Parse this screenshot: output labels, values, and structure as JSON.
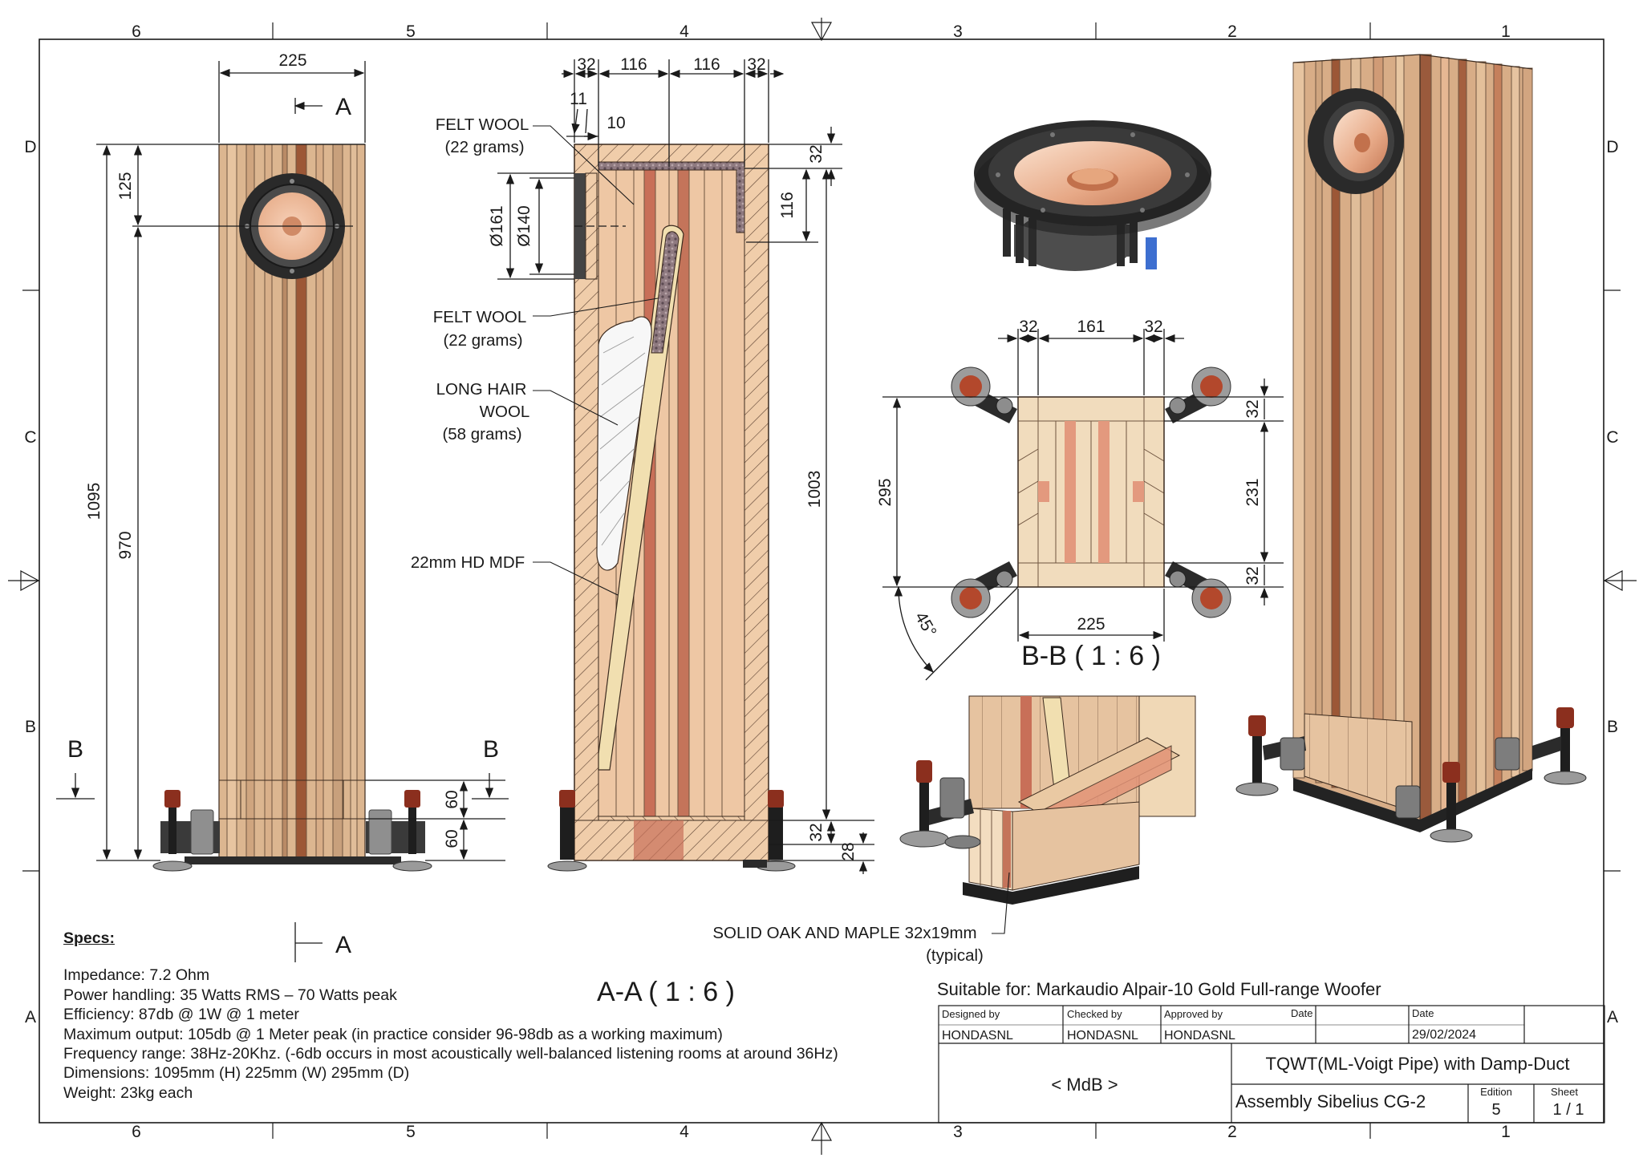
{
  "zone_cols": [
    "6",
    "5",
    "4",
    "3",
    "2",
    "1"
  ],
  "zone_rows": [
    "D",
    "C",
    "B",
    "A"
  ],
  "front_view": {
    "dim_width": "225",
    "dim_height_total": "1095",
    "dim_height_driver": "970",
    "dim_driver_offset": "125",
    "dim_base_upper": "60",
    "dim_base_lower": "60",
    "section_a_label": "A",
    "section_b_left": "B",
    "section_b_right": "B"
  },
  "section_view": {
    "title": "A-A ( 1 : 6 )",
    "dims_top": [
      "32",
      "116",
      "116",
      "32"
    ],
    "dim_11": "11",
    "dim_10": "10",
    "dim_phi161": "Ø161",
    "dim_phi140": "Ø140",
    "dim_right_32": "32",
    "dim_right_116": "116",
    "dim_right_1003": "1003",
    "dim_bottom_32": "32",
    "dim_bottom_28": "28",
    "felt1_line1": "FELT WOOL",
    "felt1_line2": "(22 grams)",
    "felt2_line1": "FELT WOOL",
    "felt2_line2": "(22 grams)",
    "hair_line1": "LONG HAIR",
    "hair_line2": "WOOL",
    "hair_line3": "(58 grams)",
    "mdf": "22mm HD MDF"
  },
  "top_section": {
    "title": "B-B ( 1 : 6 )",
    "dims_top": [
      "32",
      "161",
      "32"
    ],
    "dim_left": "295",
    "dims_right": [
      "32",
      "231",
      "32"
    ],
    "dim_bottom": "225",
    "angle": "45°"
  },
  "oak_note": {
    "line1": "SOLID OAK AND MAPLE 32x19mm",
    "line2": "(typical)"
  },
  "specs": {
    "heading": "Specs:",
    "lines": [
      "Impedance: 7.2 Ohm",
      "Power handling: 35 Watts RMS – 70 Watts peak",
      "Efficiency: 87db @ 1W @ 1 meter",
      "Maximum output: 105db @ 1 Meter peak (in practice consider 96-98db as a working maximum)",
      "Frequency range: 38Hz-20Khz. (-6db occurs in most acoustically well-balanced listening rooms at around 36Hz)",
      "Dimensions: 1095mm (H) 225mm (W) 295mm (D)",
      "Weight: 23kg each"
    ]
  },
  "title_block": {
    "suitable": "Suitable for: Markaudio Alpair-10 Gold Full-range Woofer",
    "designed_by_label": "Designed by",
    "designed_by": "HONDASNL",
    "checked_by_label": "Checked by",
    "checked_by": "HONDASNL",
    "approved_by_label": "Approved by",
    "approved_by": "HONDASNL",
    "date_label_1": "Date",
    "date_label_2": "Date",
    "date": "29/02/2024",
    "company": "< MdB >",
    "title": "TQWT(ML-Voigt Pipe) with Damp-Duct",
    "subtitle": "Assembly Sibelius CG-2",
    "edition_label": "Edition",
    "edition": "5",
    "sheet_label": "Sheet",
    "sheet": "1 / 1"
  },
  "colors": {
    "oak_light": "#e8c7a2",
    "oak_mid": "#d9ab86",
    "walnut": "#a4603f",
    "cherry": "#c4745a",
    "maple": "#f2dcbb",
    "dark_metal": "#2e2e2e"
  }
}
